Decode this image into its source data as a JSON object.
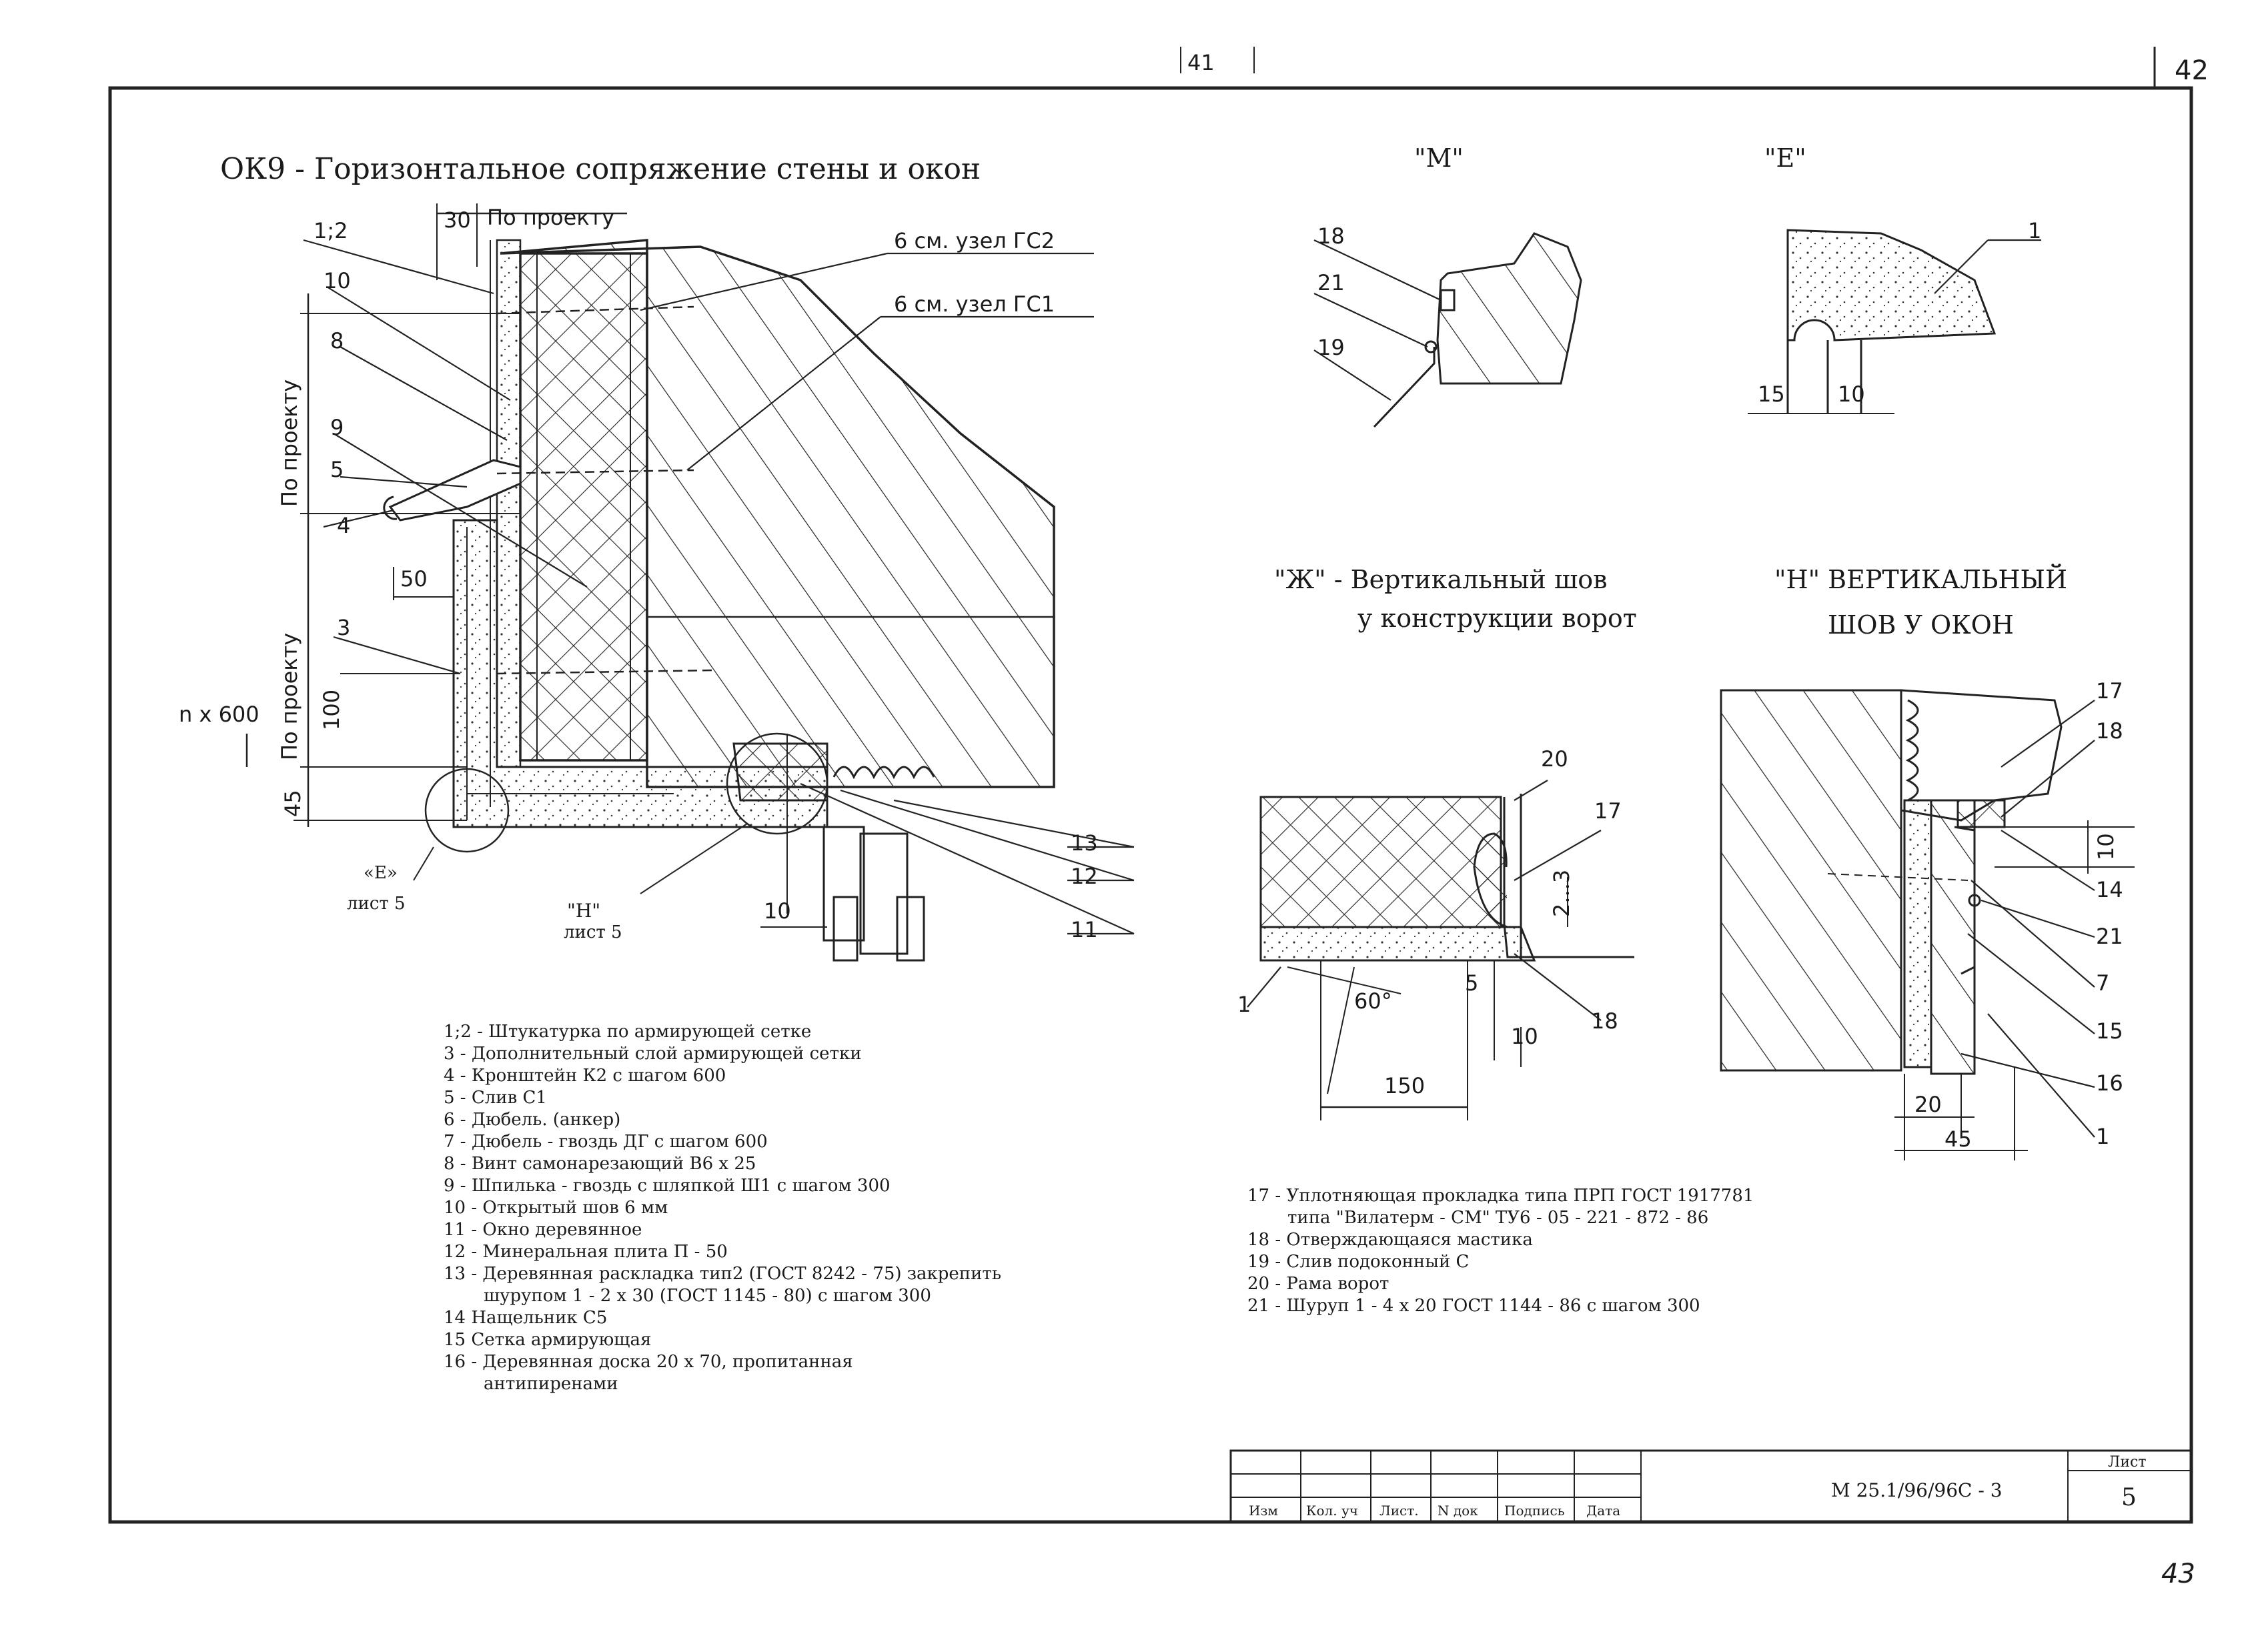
{
  "corner_numbers": {
    "top_center": "41",
    "top_right": "42",
    "bottom_right": "43"
  },
  "main": {
    "title": "ОК9 - Горизонтальное сопряжение стены и окон",
    "dims": {
      "d30": "30",
      "by_project_top": "По проекту",
      "d50": "50",
      "d100": "100",
      "d45": "45",
      "n600": "n x 600",
      "d10": "10",
      "by_project_left1": "По проекту",
      "by_project_left2": "По проекту"
    },
    "refs": {
      "see_gs2": "6 см. узел ГС2",
      "see_gs1": "6 см. узел ГС1"
    },
    "callouts_left": [
      "1;2",
      "10",
      "8",
      "9",
      "5",
      "4",
      "3"
    ],
    "callouts_right": [
      "13",
      "12",
      "11"
    ],
    "node_e": {
      "label": "«Е»",
      "sheet": "лист 5"
    },
    "node_n": {
      "label": "\"Н\"",
      "sheet": "лист 5"
    }
  },
  "legend_left": [
    "1;2 - Штукатурка по армирующей сетке",
    "3 - Дополнительный слой армирующей сетки",
    "4 - Кронштейн К2 с шагом 600",
    "5 - Слив С1",
    "6 - Дюбель. (анкер)",
    "7 - Дюбель - гвоздь ДГ с шагом 600",
    "8 - Винт самонарезающий В6 х 25",
    "9 - Шпилька - гвоздь с шляпкой Ш1 с шагом 300",
    "10 - Открытый шов 6 мм",
    "11 - Окно деревянное",
    "12 - Минеральная плита П - 50",
    "13 - Деревянная раскладка тип2 (ГОСТ 8242 - 75) закрепить",
    "шурупом 1 - 2 х 30 (ГОСТ 1145 - 80) с шагом 300",
    "14 Нащельник С5",
    "15 Сетка армирующая",
    "16 - Деревянная доска 20 х 70, пропитанная",
    "антипиренами"
  ],
  "legend_right": [
    "17 - Уплотняющая прокладка типа ПРП ГОСТ 1917781",
    "типа \"Вилатерм - СМ\" ТУ6 - 05 - 221 - 872 - 86",
    "18 - Отверждающаяся мастика",
    "19 - Слив подоконный С",
    "20 - Рама ворот",
    "21 - Шуруп 1 - 4 х 20 ГОСТ 1144 - 86 с шагом 300"
  ],
  "detail_m": {
    "label": "\"М\"",
    "callouts": [
      "18",
      "21",
      "19"
    ]
  },
  "detail_e": {
    "label": "\"Е\"",
    "callouts": [
      "1",
      "15",
      "10"
    ]
  },
  "detail_zh": {
    "label_line1": "\"Ж\" - Вертикальный шов",
    "label_line2": "у конструкции ворот",
    "callouts": [
      "20",
      "17",
      "1",
      "18"
    ],
    "dims": {
      "d2_3": "2...3",
      "d5": "5",
      "d60": "60°",
      "d10": "10",
      "d150": "150"
    }
  },
  "detail_n": {
    "label_line1": "\"Н\" ВЕРТИКАЛЬНЫЙ",
    "label_line2": "ШОВ У ОКОН",
    "callouts": [
      "17",
      "18",
      "14",
      "21",
      "7",
      "15",
      "16",
      "1"
    ],
    "dims": {
      "d10": "10",
      "d20": "20",
      "d45": "45"
    }
  },
  "stamp": {
    "headers": [
      "Изм",
      "Кол. уч",
      "Лист.",
      "N док",
      "Подпись",
      "Дата"
    ],
    "code": "М 25.1/96/96С - 3",
    "sheet_label": "Лист",
    "sheet_no": "5"
  }
}
